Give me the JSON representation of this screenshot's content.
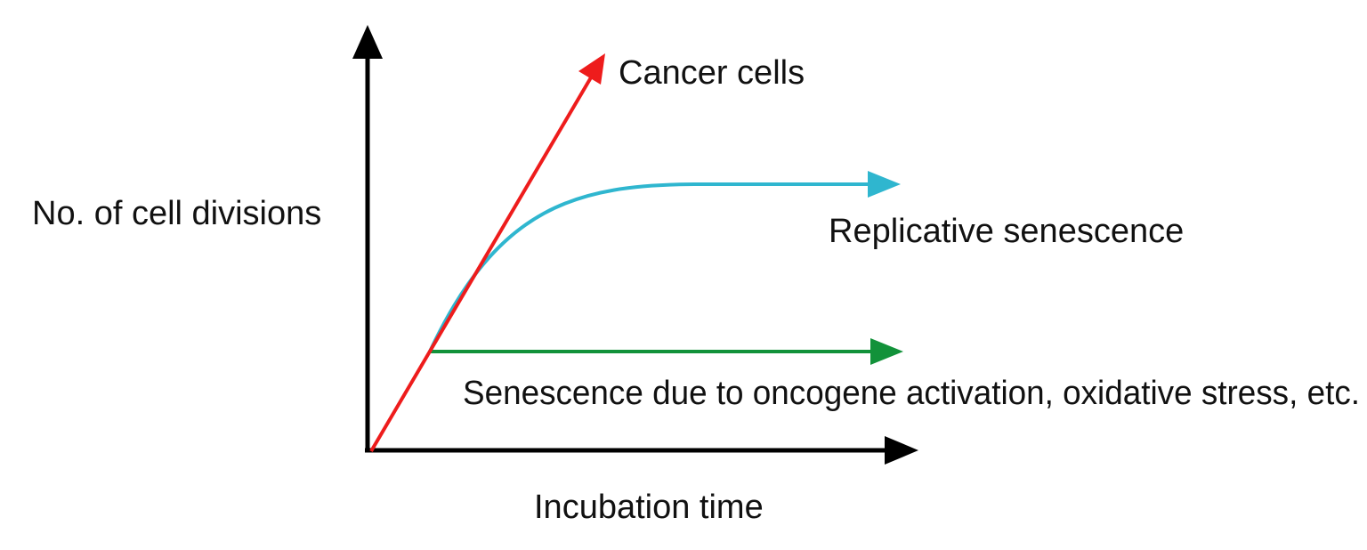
{
  "diagram": {
    "y_axis_label": "No. of cell divisions",
    "x_axis_label": "Incubation time",
    "curves": {
      "cancer": {
        "label": "Cancer cells",
        "color": "#ee1c1c"
      },
      "replicative": {
        "label": "Replicative senescence",
        "color": "#2fb6cf"
      },
      "oncogene": {
        "label": "Senescence due to oncogene activation, oxidative stress, etc.",
        "color": "#12923a"
      }
    },
    "axis_color": "#000000"
  }
}
